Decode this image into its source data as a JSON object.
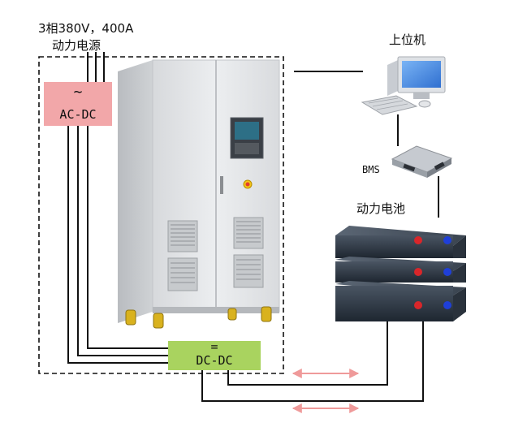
{
  "supply": {
    "spec": "3相380V，400A",
    "name": "动力电源"
  },
  "converters": {
    "acdc": {
      "symbol": "~",
      "label": "AC-DC"
    },
    "dcdc": {
      "symbol": "=",
      "label": "DC-DC"
    }
  },
  "host": {
    "label": "上位机"
  },
  "bms": {
    "label": "BMS"
  },
  "battery": {
    "label": "动力电池"
  },
  "colors": {
    "acdc_fill": "#f2a7a9",
    "dcdc_fill": "#a9d35f",
    "arrow": "#ef9a9a",
    "line": "#111111"
  }
}
